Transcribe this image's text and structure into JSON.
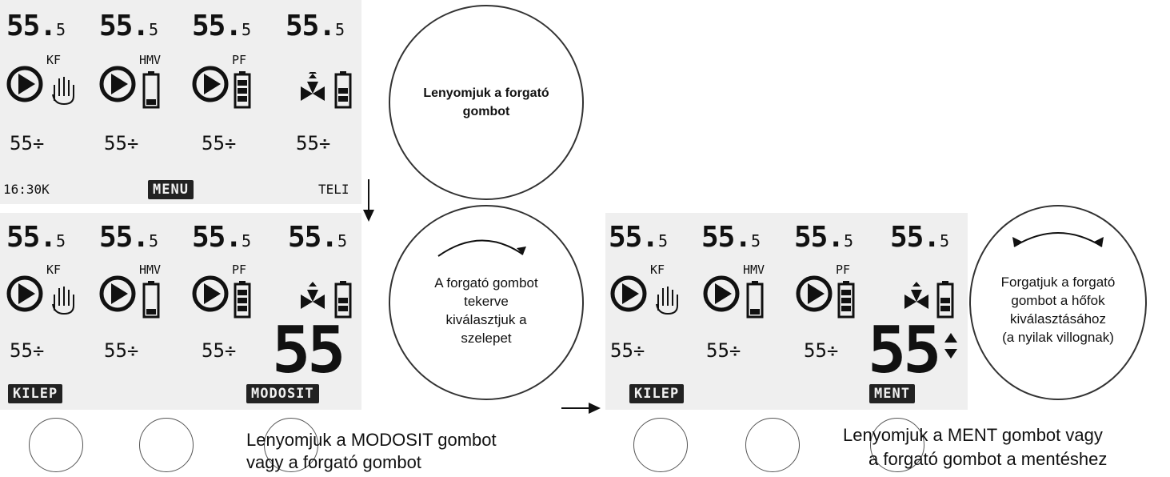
{
  "panel": {
    "temps": [
      "55.",
      "55.",
      "55.",
      "55."
    ],
    "temp_decimal": "5",
    "labels": [
      "KF",
      "HMV",
      "PF"
    ],
    "setpoints": [
      "55÷",
      "55÷",
      "55÷",
      "55÷"
    ],
    "time": "16:30K",
    "menu_label": "MENU",
    "mode": "TELI",
    "kilep_label": "KILEP",
    "modosit_label": "MODOSIT",
    "ment_label": "MENT",
    "big_value": "55"
  },
  "bubbles": {
    "press_knob": "Lenyomjuk a forgató gombot",
    "turn_select_1": "A forgató gombot",
    "turn_select_2": "tekerve",
    "turn_select_3": "kiválasztjuk a",
    "turn_select_4": "szelepet",
    "turn_temp_1": "Forgatjuk a forgató",
    "turn_temp_2": "gombot a hőfok",
    "turn_temp_3": "kiválasztásához",
    "turn_temp_4": "(a nyilak villognak)"
  },
  "captions": {
    "modosit_1": "Lenyomjuk a MODOSIT gombot",
    "modosit_2": "vagy a forgató gombot",
    "ment_1": "Lenyomjuk a MENT gombot vagy",
    "ment_2": "a forgató gombot a mentéshez"
  },
  "icons": {
    "pump": "pump-icon",
    "hand": "hand-manual-icon",
    "battery": "battery-icon",
    "valve": "valve-icon",
    "arrow_down": "arrow-down-icon",
    "arrow_right": "arrow-right-icon",
    "rotate": "rotate-arrow-icon"
  }
}
